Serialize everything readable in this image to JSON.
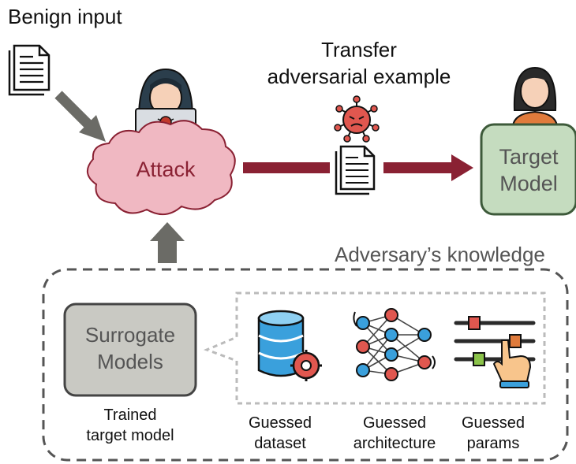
{
  "labels": {
    "benign_input": "Benign input",
    "transfer_line1": "Transfer",
    "transfer_line2": "adversarial example",
    "attack": "Attack",
    "target_line1": "Target",
    "target_line2": "Model",
    "knowledge_title": "Adversary’s knowledge",
    "surrogate_line1": "Surrogate",
    "surrogate_line2": "Models",
    "trained_line1": "Trained",
    "trained_line2": "target model",
    "dataset_line1": "Guessed",
    "dataset_line2": "dataset",
    "arch_line1": "Guessed",
    "arch_line2": "architecture",
    "params_line1": "Guessed",
    "params_line2": "params"
  },
  "colors": {
    "arrow_red": "#8a2133",
    "arrow_gray": "#6b6b66",
    "cloud_fill": "#f0b8c2",
    "cloud_text": "#8a2133",
    "target_fill": "#c5dcbf",
    "target_border": "#3d5a3a",
    "surrogate_fill": "#c9c9c3",
    "surrogate_border": "#444444",
    "dashed_gray": "#555555",
    "dotted_gray": "#bbbbbb",
    "muted_text": "#555555"
  },
  "icons": [
    "document-icon",
    "hacker-icon",
    "virus-icon",
    "user-icon",
    "database-icon",
    "neural-network-icon",
    "sliders-icon"
  ]
}
